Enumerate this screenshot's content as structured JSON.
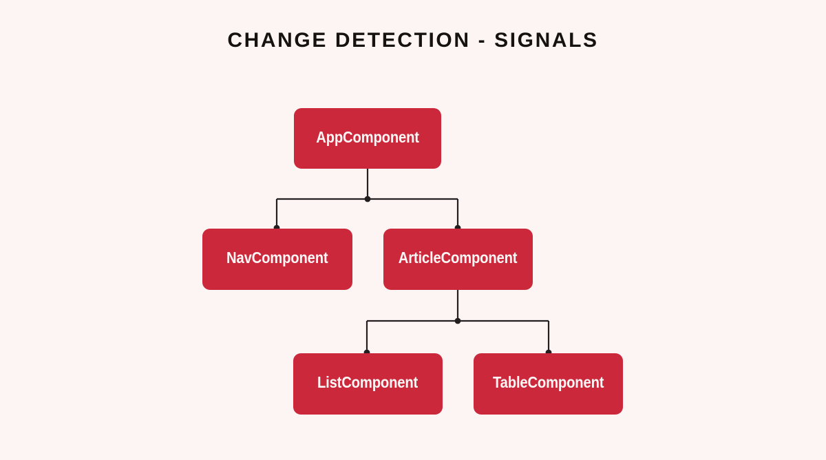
{
  "slide": {
    "title": "CHANGE DETECTION - SIGNALS",
    "background_color": "#fdf5f3",
    "title_color": "#16120f"
  },
  "diagram": {
    "type": "tree",
    "node_fill_color": "#cb283c",
    "node_text_color": "#fdf6f5",
    "connector_color": "#231f20",
    "nodes": [
      {
        "id": "app",
        "label": "AppComponent",
        "level": 0
      },
      {
        "id": "nav",
        "label": "NavComponent",
        "level": 1
      },
      {
        "id": "article",
        "label": "ArticleComponent",
        "level": 1
      },
      {
        "id": "list",
        "label": "ListComponent",
        "level": 2
      },
      {
        "id": "table",
        "label": "TableComponent",
        "level": 2
      }
    ],
    "edges": [
      {
        "from": "app",
        "to": "nav"
      },
      {
        "from": "app",
        "to": "article"
      },
      {
        "from": "article",
        "to": "list"
      },
      {
        "from": "article",
        "to": "table"
      }
    ]
  }
}
